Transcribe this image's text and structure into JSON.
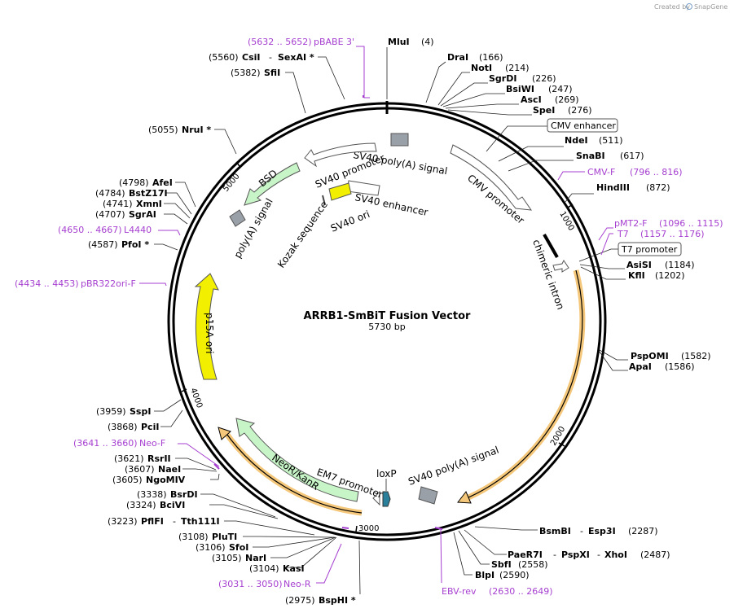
{
  "credit": "Created by",
  "brand": "SnapGene",
  "title": "ARRB1-SmBiT Fusion Vector",
  "length_label": "5730 bp",
  "ticks": [
    "1000",
    "2000",
    "3000",
    "4000",
    "5000"
  ],
  "features": {
    "sv40_polya_top": "SV40 poly(A) signal",
    "cmv_promoter": "CMV promoter",
    "sv40_promoter": "SV40 promoter",
    "sv40_enhancer": "SV40 enhancer",
    "kozak": "Kozak sequence",
    "sv40_ori": "SV40 ori",
    "bsd": "BSD",
    "polya_signal": "poly(A) signal",
    "chimeric_intron": "chimeric intron",
    "p15a_ori": "p15A ori",
    "neor_kanr": "NeoR/KanR",
    "em7_promoter": "EM7 promoter",
    "loxp": "loxP",
    "sv40_polya_bottom": "SV40 poly(A) signal"
  },
  "sites": {
    "mlui": {
      "name": "MluI",
      "pos": "(4)"
    },
    "drai": {
      "name": "DraI",
      "pos": "(166)"
    },
    "noti": {
      "name": "NotI",
      "pos": "(214)"
    },
    "sgrdi": {
      "name": "SgrDI",
      "pos": "(226)"
    },
    "bsiwi": {
      "name": "BsiWI",
      "pos": "(247)"
    },
    "asci": {
      "name": "AscI",
      "pos": "(269)"
    },
    "spei": {
      "name": "SpeI",
      "pos": "(276)"
    },
    "cmv_enhancer": {
      "name": "CMV enhancer"
    },
    "ndei": {
      "name": "NdeI",
      "pos": "(511)"
    },
    "snabi": {
      "name": "SnaBI",
      "pos": "(617)"
    },
    "cmvf": {
      "name": "CMV-F",
      "pos": "(796 .. 816)"
    },
    "hindiii": {
      "name": "HindIII",
      "pos": "(872)"
    },
    "pmt2f": {
      "name": "pMT2-F",
      "pos": "(1096 .. 1115)"
    },
    "t7": {
      "name": "T7",
      "pos": "(1157 .. 1176)"
    },
    "t7_promoter": {
      "name": "T7 promoter"
    },
    "asisi": {
      "name": "AsiSI",
      "pos": "(1184)"
    },
    "kfli": {
      "name": "KflI",
      "pos": "(1202)"
    },
    "pspomi": {
      "name": "PspOMI",
      "pos": "(1582)"
    },
    "apai": {
      "name": "ApaI",
      "pos": "(1586)"
    },
    "bsmbi": {
      "name": "BsmBI",
      "sep": "-",
      "name2": "Esp3I",
      "pos": "(2287)"
    },
    "paer7i": {
      "name": "PaeR7I",
      "sep1": "-",
      "name2": "PspXI",
      "sep2": "-",
      "name3": "XhoI",
      "pos": "(2487)"
    },
    "sbfi": {
      "name": "SbfI",
      "pos": "(2558)"
    },
    "blpi": {
      "name": "BlpI",
      "pos": "(2590)"
    },
    "ebvrev": {
      "name": "EBV-rev",
      "pos": "(2630 .. 2649)"
    },
    "bsphi": {
      "name": "BspHI *",
      "pos": "(2975)"
    },
    "neor": {
      "name": "Neo-R",
      "pos": "(3031 .. 3050)"
    },
    "kasi": {
      "name": "KasI",
      "pos": "(3104)"
    },
    "nari": {
      "name": "NarI",
      "pos": "(3105)"
    },
    "sfoi": {
      "name": "SfoI",
      "pos": "(3106)"
    },
    "pluti": {
      "name": "PluTI",
      "pos": "(3108)"
    },
    "pflfi": {
      "name": "PflFI",
      "sep": "-",
      "name2": "Tth111I",
      "pos": "(3223)"
    },
    "bcivi": {
      "name": "BciVI",
      "pos": "(3324)"
    },
    "bsrdi": {
      "name": "BsrDI",
      "pos": "(3338)"
    },
    "ngomiv": {
      "name": "NgoMIV",
      "pos": "(3605)"
    },
    "naei": {
      "name": "NaeI",
      "pos": "(3607)"
    },
    "rsrii": {
      "name": "RsrII",
      "pos": "(3621)"
    },
    "neof": {
      "name": "Neo-F",
      "pos": "(3641 .. 3660)"
    },
    "pcii": {
      "name": "PciI",
      "pos": "(3868)"
    },
    "sspi": {
      "name": "SspI",
      "pos": "(3959)"
    },
    "bpr322": {
      "name": "pBR322ori-F",
      "pos": "(4434 .. 4453)"
    },
    "pfoi": {
      "name": "PfoI *",
      "pos": "(4587)"
    },
    "l4440": {
      "name": "L4440",
      "pos": "(4650 .. 4667)"
    },
    "sgrai": {
      "name": "SgrAI",
      "pos": "(4707)"
    },
    "xmni": {
      "name": "XmnI",
      "pos": "(4741)"
    },
    "bstz17i": {
      "name": "BstZ17I",
      "pos": "(4784)"
    },
    "afei": {
      "name": "AfeI",
      "pos": "(4798)"
    },
    "nrui": {
      "name": "NruI *",
      "pos": "(5055)"
    },
    "sfii": {
      "name": "SfiI",
      "pos": "(5382)"
    },
    "csii": {
      "name": "CsiI",
      "sep": "-",
      "name2": "SexAI *",
      "pos": "(5560)"
    },
    "pbabe": {
      "name": "pBABE 3'",
      "pos": "(5632 .. 5652)"
    }
  }
}
